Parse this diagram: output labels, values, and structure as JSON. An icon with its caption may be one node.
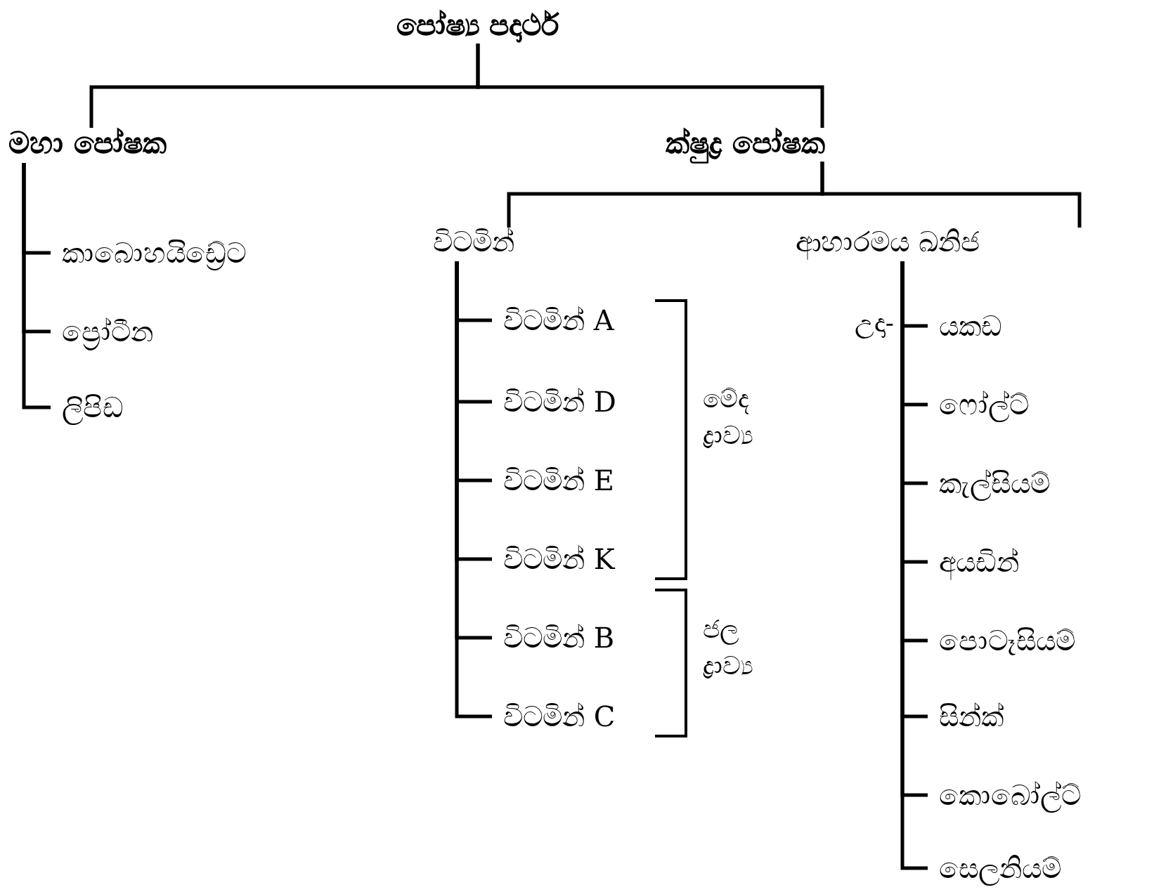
{
  "diagram": {
    "nodes": [
      {
        "text": [
          "පෝෂ්‍ය පදාර්ථ"
        ]
      },
      {
        "text": [
          "මහා පෝෂක"
        ]
      },
      {
        "text": [
          "ක්ෂුද්‍ර පෝෂක"
        ]
      },
      {
        "text": [
          "කාබොහයිඩ්‍රේට"
        ]
      },
      {
        "text": [
          "ප්‍රෝටීන"
        ]
      },
      {
        "text": [
          "ලිපිඩ"
        ]
      },
      {
        "text": [
          "විටමින්"
        ]
      },
      {
        "text": [
          "ආහාරමය ඛනිජ"
        ]
      },
      {
        "text": [
          "විටමින් A"
        ]
      },
      {
        "text": [
          "විටමින් D"
        ]
      },
      {
        "text": [
          "විටමින් E"
        ]
      },
      {
        "text": [
          "විටමින් K"
        ]
      },
      {
        "text": [
          "විටමින් B"
        ]
      },
      {
        "text": [
          "විටමින් C"
        ]
      },
      {
        "text": [
          "යකඩ"
        ]
      },
      {
        "text": [
          "ෆෝල්ට්"
        ]
      },
      {
        "text": [
          "කැල්සියම්"
        ]
      },
      {
        "text": [
          "අයඩින්"
        ]
      },
      {
        "text": [
          "පොටෑසියම්"
        ]
      },
      {
        "text": [
          "සින්ක්"
        ]
      },
      {
        "text": [
          "කොබෝල්ට්"
        ]
      },
      {
        "text": [
          "සෙලනියම්"
        ]
      }
    ],
    "edges": [
      {
        "from": 0,
        "to": 1,
        "arrow": "none"
      },
      {
        "from": 0,
        "to": 2,
        "arrow": "none"
      },
      {
        "from": 1,
        "to": 3,
        "arrow": "none"
      },
      {
        "from": 1,
        "to": 4,
        "arrow": "none"
      },
      {
        "from": 1,
        "to": 5,
        "arrow": "none"
      },
      {
        "from": 2,
        "to": 6,
        "arrow": "none"
      },
      {
        "from": 2,
        "to": 7,
        "arrow": "none"
      },
      {
        "from": 6,
        "to": 8,
        "arrow": "none"
      },
      {
        "from": 6,
        "to": 9,
        "arrow": "none"
      },
      {
        "from": 6,
        "to": 10,
        "arrow": "none"
      },
      {
        "from": 6,
        "to": 11,
        "arrow": "none"
      },
      {
        "from": 6,
        "to": 12,
        "arrow": "none"
      },
      {
        "from": 6,
        "to": 13,
        "arrow": "none"
      },
      {
        "from": 7,
        "to": 14,
        "arrow": "none"
      },
      {
        "from": 7,
        "to": 15,
        "arrow": "none"
      },
      {
        "from": 7,
        "to": 16,
        "arrow": "none"
      },
      {
        "from": 7,
        "to": 17,
        "arrow": "none"
      },
      {
        "from": 7,
        "to": 18,
        "arrow": "none"
      },
      {
        "from": 7,
        "to": 19,
        "arrow": "none"
      },
      {
        "from": 7,
        "to": 20,
        "arrow": "none"
      },
      {
        "from": 7,
        "to": 21,
        "arrow": "none"
      }
    ],
    "labels": [
      "උදා-",
      "මේද ද්‍රාව්‍ය",
      "ජල ද්‍රාව්‍ය"
    ]
  }
}
